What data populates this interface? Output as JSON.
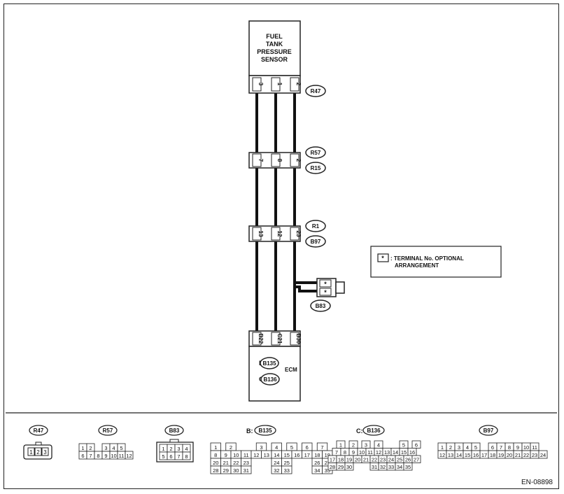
{
  "sensor": {
    "line1": "FUEL",
    "line2": "TANK",
    "line3": "PRESSURE",
    "line4": "SENSOR"
  },
  "connectors": {
    "r47": {
      "label": "R47",
      "pins": [
        "3",
        "1",
        "2"
      ]
    },
    "r57": {
      "label": "R57"
    },
    "r15": {
      "label": "R15",
      "pins": [
        "7",
        "8",
        "2"
      ]
    },
    "r1": {
      "label": "R1"
    },
    "b97": {
      "label": "B97",
      "pins": [
        "13",
        "12",
        "23"
      ]
    },
    "b83": {
      "label": "B83",
      "pins": [
        "*",
        "*"
      ]
    },
    "ecm": {
      "pins": [
        "B22",
        "C21",
        "B30"
      ]
    }
  },
  "ecm": {
    "label": "ECM",
    "b_prefix": "B:",
    "b_conn": "B135",
    "c_prefix": "C:",
    "c_conn": "B136"
  },
  "legend": {
    "symbol": "*",
    "line1": ": TERMINAL No. OPTIONAL",
    "line2": "ARRANGEMENT"
  },
  "bottom": {
    "r47": {
      "label": "R47",
      "row1": [
        "1",
        "2",
        "3"
      ]
    },
    "r57": {
      "label": "R57",
      "row1": [
        "1",
        "2",
        "",
        "3",
        "4",
        "5"
      ],
      "row2": [
        "6",
        "7",
        "8",
        "9",
        "10",
        "11",
        "12"
      ]
    },
    "b83": {
      "label": "B83",
      "row1": [
        "1",
        "2",
        "3",
        "4"
      ],
      "row2": [
        "5",
        "6",
        "7",
        "8"
      ]
    },
    "b135": {
      "prefix": "B:",
      "label": "B135",
      "row1": [
        "1",
        "2",
        "",
        "3",
        "4",
        "5",
        "6",
        "7"
      ],
      "row2": [
        "8",
        "9",
        "10",
        "11",
        "12",
        "13",
        "14",
        "15",
        "16",
        "17",
        "18",
        "19"
      ],
      "row3": [
        "20",
        "21",
        "22",
        "23",
        "",
        "",
        "24",
        "25",
        "",
        "",
        "26",
        "27"
      ],
      "row4": [
        "28",
        "29",
        "30",
        "31",
        "",
        "",
        "32",
        "33",
        "",
        "",
        "34",
        "35"
      ]
    },
    "b136": {
      "prefix": "C:",
      "label": "B136",
      "row1": [
        "1",
        "2",
        "3",
        "4",
        "",
        "5",
        "6"
      ],
      "row2": [
        "7",
        "8",
        "9",
        "10",
        "11",
        "12",
        "13",
        "14",
        "15",
        "16"
      ],
      "row3": [
        "17",
        "18",
        "19",
        "20",
        "21",
        "22",
        "23",
        "24",
        "25",
        "26",
        "27"
      ],
      "row4": [
        "28",
        "29",
        "30",
        "",
        "",
        "31",
        "32",
        "33",
        "34",
        "35"
      ]
    },
    "b97": {
      "label": "B97",
      "row1": [
        "1",
        "2",
        "3",
        "4",
        "5",
        "",
        "6",
        "7",
        "8",
        "9",
        "10",
        "11"
      ],
      "row2": [
        "12",
        "13",
        "14",
        "15",
        "16",
        "17",
        "18",
        "19",
        "20",
        "21",
        "22",
        "23",
        "24"
      ]
    }
  },
  "code": "EN-08898"
}
